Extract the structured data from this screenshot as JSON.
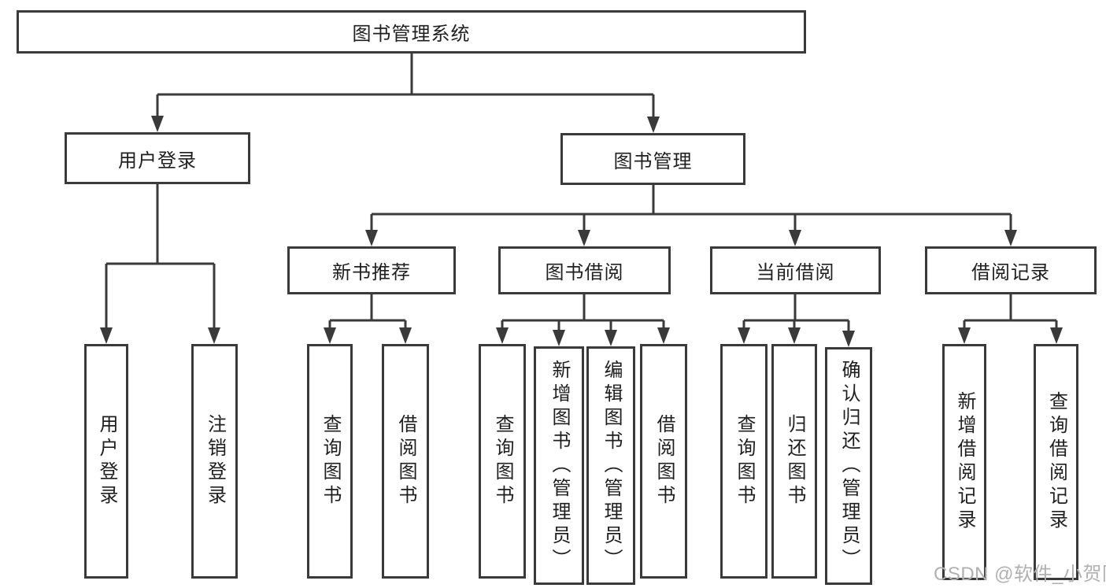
{
  "colors": {
    "line": "#3a3a3a",
    "box_border": "#3a3a3a",
    "text": "#1f1f1f",
    "watermark": "#b0b0b0",
    "background": "#ffffff"
  },
  "diagram": {
    "root": {
      "label": "图书管理系统"
    },
    "level2": [
      {
        "label": "用户登录"
      },
      {
        "label": "图书管理"
      }
    ],
    "level3": [
      {
        "label": "新书推荐"
      },
      {
        "label": "图书借阅"
      },
      {
        "label": "当前借阅"
      },
      {
        "label": "借阅记录"
      }
    ],
    "leaves": {
      "user_login": [
        {
          "label": "用户登录"
        },
        {
          "label": "注销登录"
        }
      ],
      "new_book": [
        {
          "label": "查询图书"
        },
        {
          "label": "借阅图书"
        }
      ],
      "book_borrow": [
        {
          "label": "查询图书"
        },
        {
          "label": "新增图书（管理员）"
        },
        {
          "label": "编辑图书（管理员）"
        },
        {
          "label": "借阅图书"
        }
      ],
      "current_borrow": [
        {
          "label": "查询图书"
        },
        {
          "label": "归还图书"
        },
        {
          "label": "确认归还（管理员）"
        }
      ],
      "borrow_record": [
        {
          "label": "新增借阅记录"
        },
        {
          "label": "查询借阅记录"
        }
      ]
    }
  },
  "watermark": {
    "text": "CSDN @软件_小贺同学"
  }
}
